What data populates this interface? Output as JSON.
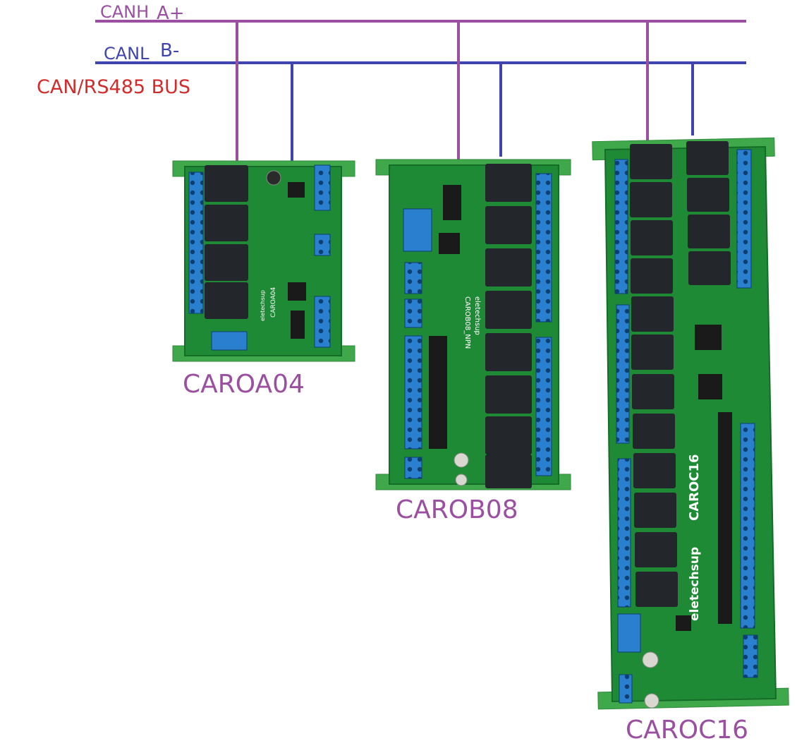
{
  "bus": {
    "canh_label": "CANH",
    "canh_polarity": "A+",
    "canl_label": "CANL",
    "canl_polarity": "B-",
    "bus_label": "CAN/RS485 BUS",
    "canh_color": "#9b4fa0",
    "canl_color": "#3f45b0",
    "bus_label_color": "#d22b2b"
  },
  "modules": [
    {
      "name": "CAROA04",
      "relays": 4,
      "board_text": "CAROA04",
      "brand": "eletechsup"
    },
    {
      "name": "CAROB08",
      "relays": 8,
      "board_text": "CAROB08_NPN",
      "brand": "eletechsup"
    },
    {
      "name": "CAROC16",
      "relays": 16,
      "board_text": "CAROC16",
      "brand": "eletechsup"
    }
  ],
  "colors": {
    "pcb": "#1f8a35",
    "rail": "#3fa84a",
    "relay": "#23262b",
    "terminal": "#1f7fd0",
    "module_label": "#9b4fa0"
  }
}
